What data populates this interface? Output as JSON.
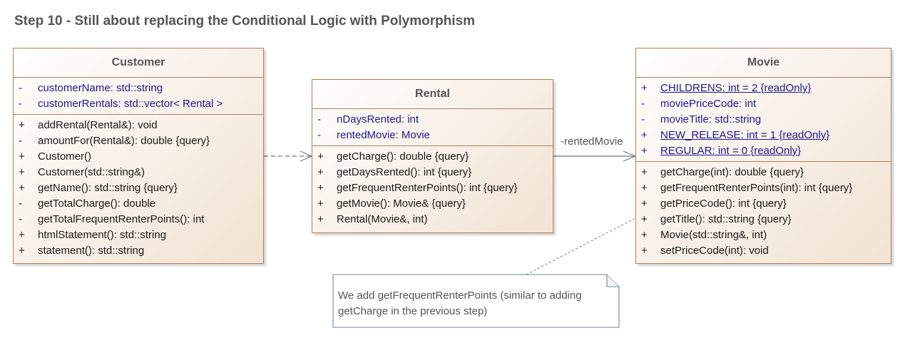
{
  "title": "Step 10 - Still about replacing the Conditional Logic with Polymorphism",
  "colors": {
    "class_border": "#b08060",
    "attribute_text": "#1a1a8c",
    "connector": "#667a85",
    "note_border": "#6a8a95"
  },
  "customer": {
    "name": "Customer",
    "attributes": [
      {
        "vis": "-",
        "text": "customerName: std::string"
      },
      {
        "vis": "-",
        "text": "customerRentals: std::vector< Rental >"
      }
    ],
    "operations": [
      {
        "vis": "+",
        "text": "addRental(Rental&): void"
      },
      {
        "vis": "-",
        "text": "amountFor(Rental&): double {query}"
      },
      {
        "vis": "+",
        "text": "Customer()"
      },
      {
        "vis": "+",
        "text": "Customer(std::string&)"
      },
      {
        "vis": "+",
        "text": "getName(): std::string {query}"
      },
      {
        "vis": "-",
        "text": "getTotalCharge(): double"
      },
      {
        "vis": "-",
        "text": "getTotalFrequentRenterPoints(): int"
      },
      {
        "vis": "+",
        "text": "htmlStatement(): std::string"
      },
      {
        "vis": "+",
        "text": "statement(): std::string"
      }
    ]
  },
  "rental": {
    "name": "Rental",
    "attributes": [
      {
        "vis": "-",
        "text": "nDaysRented: int"
      },
      {
        "vis": "-",
        "text": "rentedMovie: Movie"
      }
    ],
    "operations": [
      {
        "vis": "+",
        "text": "getCharge(): double {query}"
      },
      {
        "vis": "+",
        "text": "getDaysRented(): int {query}"
      },
      {
        "vis": "+",
        "text": "getFrequentRenterPoints(): int {query}"
      },
      {
        "vis": "+",
        "text": "getMovie(): Movie& {query}"
      },
      {
        "vis": "+",
        "text": "Rental(Movie&, int)"
      }
    ]
  },
  "movie": {
    "name": "Movie",
    "attributes": [
      {
        "vis": "+",
        "text": "CHILDRENS: int = 2 {readOnly}",
        "static": true
      },
      {
        "vis": "-",
        "text": "moviePriceCode: int"
      },
      {
        "vis": "-",
        "text": "movieTitle: std::string"
      },
      {
        "vis": "+",
        "text": "NEW_RELEASE: int = 1 {readOnly}",
        "static": true
      },
      {
        "vis": "+",
        "text": "REGULAR: int = 0 {readOnly}",
        "static": true
      }
    ],
    "operations": [
      {
        "vis": "+",
        "text": "getCharge(int): double {query}"
      },
      {
        "vis": "+",
        "text": "getFrequentRenterPoints(int): int {query}"
      },
      {
        "vis": "+",
        "text": "getPriceCode(): int {query}"
      },
      {
        "vis": "+",
        "text": "getTitle(): std::string {query}"
      },
      {
        "vis": "+",
        "text": "Movie(std::string&, int)"
      },
      {
        "vis": "+",
        "text": "setPriceCode(int): void"
      }
    ]
  },
  "association": {
    "label": "-rentedMovie"
  },
  "note": {
    "text": "We add getFrequentRenterPoints (similar to adding getCharge in the previous step)"
  }
}
